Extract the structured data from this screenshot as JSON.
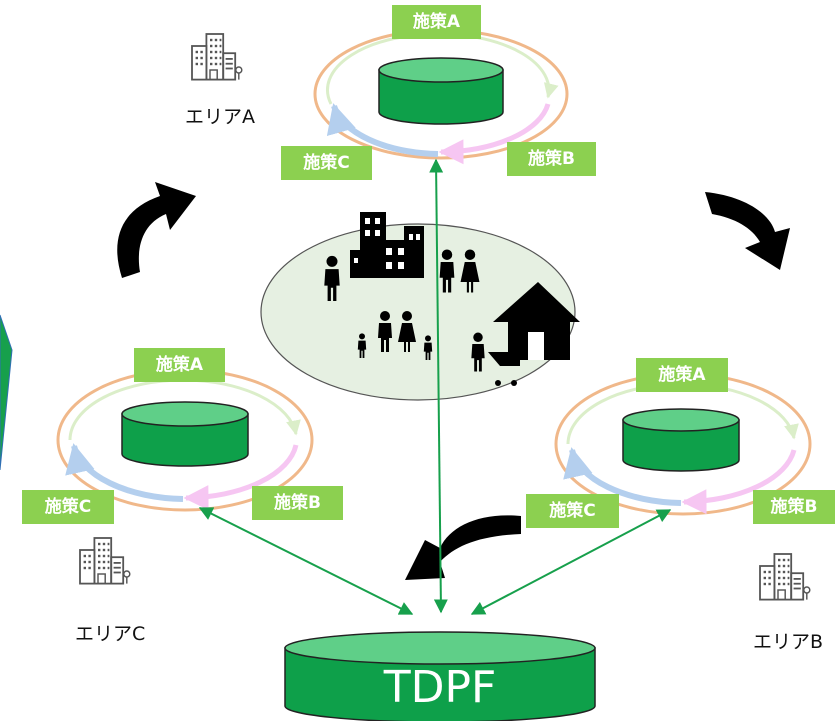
{
  "platform": {
    "label": "TDPF"
  },
  "areas": [
    {
      "name": "エリアA",
      "measures": [
        "施策A",
        "施策B",
        "施策C"
      ]
    },
    {
      "name": "エリアB",
      "measures": [
        "施策A",
        "施策B",
        "施策C"
      ]
    },
    {
      "name": "エリアC",
      "measures": [
        "施策A",
        "施策B",
        "施策C"
      ]
    }
  ],
  "colors": {
    "cylinder": "#0ea04a",
    "cylinder_top": "#5fcf88",
    "label_bg": "#8cd050",
    "ring_outer": "#f0b88a",
    "ring_inner": "#dbeec9",
    "arc_blue": "#b4cfee",
    "arc_pink": "#f6c6f2",
    "connector": "#17a04c",
    "center_ellipse": "#e6f0e2"
  },
  "icons": [
    "building-icon",
    "people-city-icon",
    "curved-arrow-icon"
  ]
}
